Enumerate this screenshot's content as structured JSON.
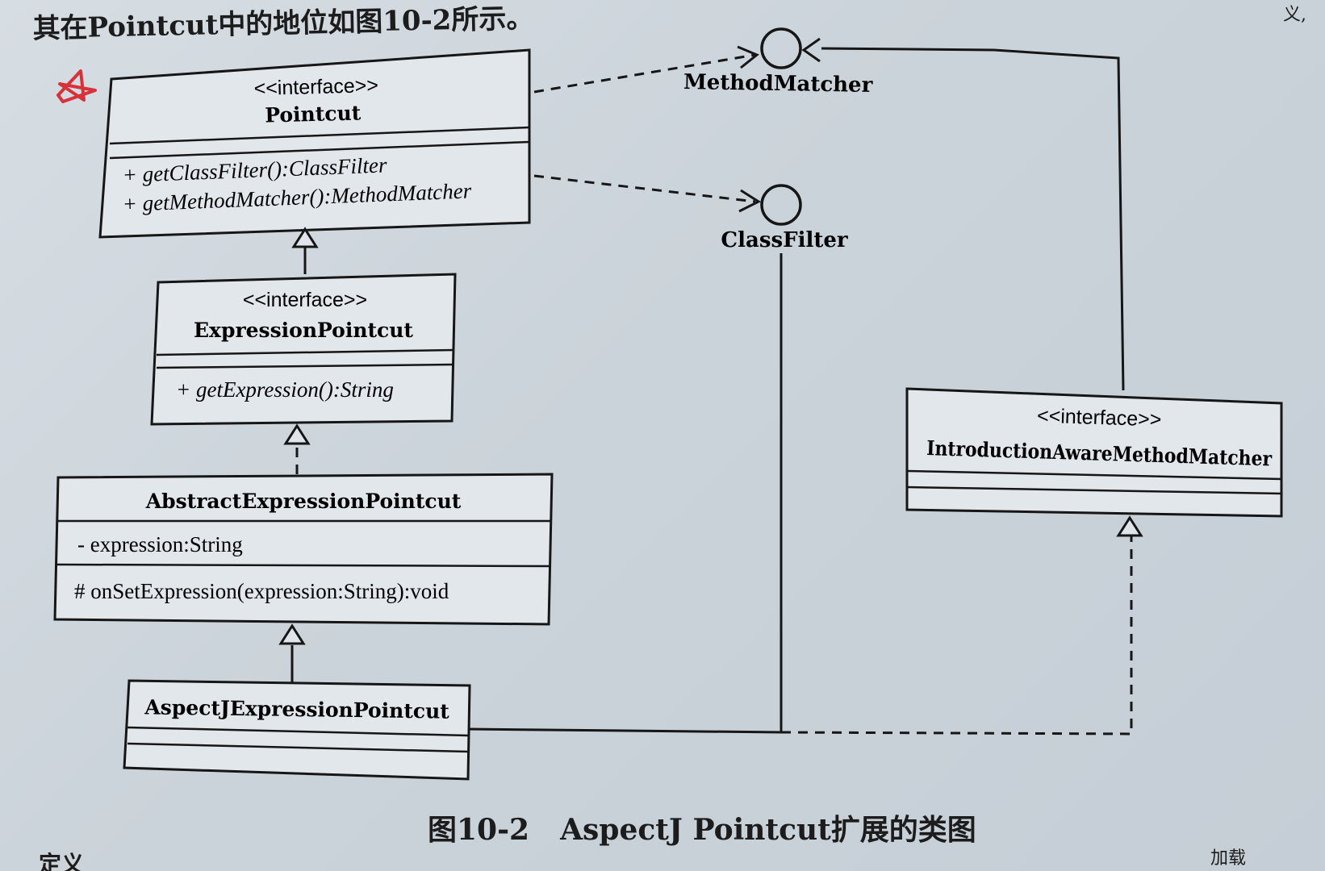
{
  "intro_text": "其在Pointcut中的地位如图10-2所示。",
  "classes": {
    "pointcut": {
      "stereotype": "<<interface>>",
      "name": "Pointcut",
      "methods": [
        "+ getClassFilter():ClassFilter",
        "+ getMethodMatcher():MethodMatcher"
      ]
    },
    "expression_pointcut": {
      "stereotype": "<<interface>>",
      "name": "ExpressionPointcut",
      "methods": [
        "+ getExpression():String"
      ]
    },
    "abstract_expression_pointcut": {
      "name": "AbstractExpressionPointcut",
      "attributes": [
        "- expression:String"
      ],
      "methods": [
        "# onSetExpression(expression:String):void"
      ]
    },
    "aspectj_expression_pointcut": {
      "name": "AspectJExpressionPointcut"
    },
    "introduction_aware_method_matcher": {
      "stereotype": "<<interface>>",
      "name": "IntroductionAwareMethodMatcher"
    }
  },
  "interfaces": {
    "method_matcher": "MethodMatcher",
    "class_filter": "ClassFilter"
  },
  "caption": {
    "number": "图10-2",
    "title": "AspectJ Pointcut扩展的类图"
  },
  "bottom_left_text": "定义",
  "bottom_right_text": "加载",
  "top_right_mark": "义,",
  "colors": {
    "annotation_red": "#d8313a",
    "ink": "#161616"
  }
}
